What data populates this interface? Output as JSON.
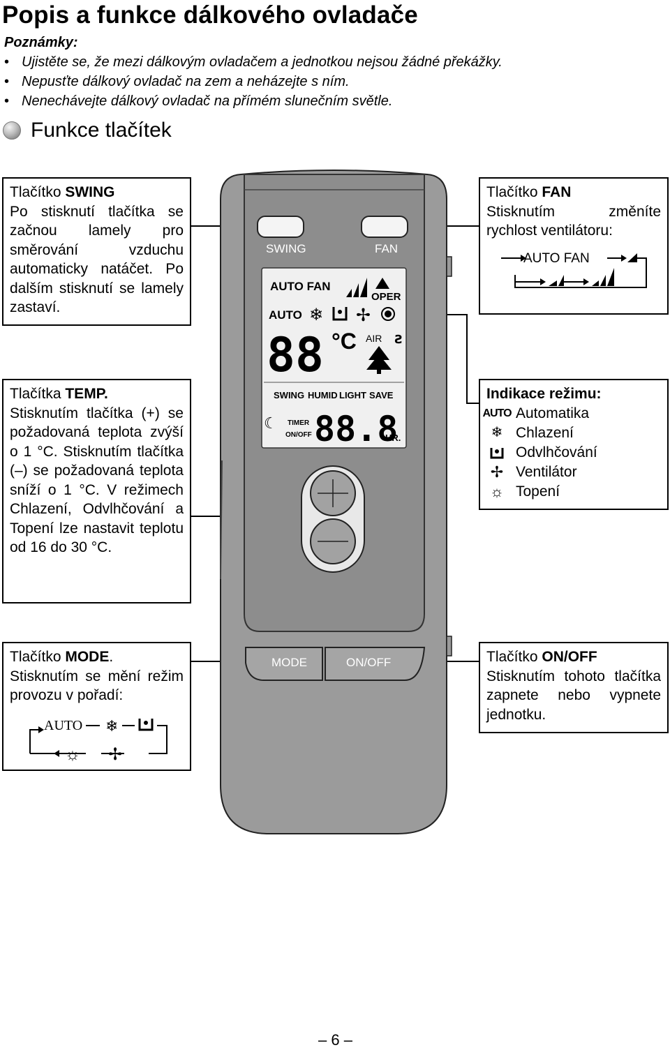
{
  "title": "Popis a funkce dálkového ovladače",
  "notes": {
    "heading": "Poznámky:",
    "items": [
      "Ujistěte se, že mezi dálkovým ovladačem a jednotkou nejsou žádné překážky.",
      "Nepusťte dálkový ovladač na zem a neházejte s ním.",
      "Nenechávejte dálkový ovladač na přímém slunečním světle."
    ]
  },
  "section_title": "Funkce tlačítek",
  "swing_box": {
    "prefix": "Tlačítko ",
    "name": "SWING",
    "text": "Po stisknutí tlačítka se začnou lamely pro směrování vzduchu automaticky natáčet. Po dalším stisknutí se lamely zastaví."
  },
  "fan_box": {
    "prefix": "Tlačítko ",
    "name": "FAN",
    "text": "Stisknutím změníte rychlost ventilátoru:",
    "diagram_label": "AUTO FAN"
  },
  "temp_box": {
    "prefix": "Tlačítka ",
    "name": "TEMP.",
    "text": "Stisknutím tlačítka (+) se požadovaná teplota zvýší o 1 °C. Stisknutím tlačítka (–) se požadovaná teplota sníží o 1 °C. V režimech Chlazení, Odvlhčování a Topení lze nastavit teplotu od 16 do 30 °C."
  },
  "mode_indicator_box": {
    "heading": "Indikace režimu:",
    "items": [
      {
        "icon": "auto-text-icon",
        "glyph": "AUTO",
        "label": "Automatika"
      },
      {
        "icon": "snowflake-icon",
        "glyph": "❄",
        "label": "Chlazení"
      },
      {
        "icon": "dehumidify-icon",
        "glyph": "",
        "label": "Odvlhčování"
      },
      {
        "icon": "fan-icon",
        "glyph": "✢",
        "label": "Ventilátor"
      },
      {
        "icon": "sun-icon",
        "glyph": "☼",
        "label": "Topení"
      }
    ]
  },
  "mode_box": {
    "prefix": "Tlačítko ",
    "name": "MODE",
    "suffix": ".",
    "text": "Stisknutím se mění režim provozu v pořadí:",
    "diagram_label": "AUTO"
  },
  "onoff_box": {
    "prefix": "Tlačítko ",
    "name": "ON/OFF",
    "text": "Stisknutím tohoto tlačítka zapnete nebo vypnete jednotku."
  },
  "remote": {
    "swing_label": "SWING",
    "fan_label": "FAN",
    "mode_label": "MODE",
    "onoff_label": "ON/OFF",
    "lcd": {
      "auto_fan": "AUTO  FAN",
      "oper": "OPER",
      "auto": "AUTO",
      "temp_digits": "88",
      "unit": "°C",
      "air": "AIR",
      "swing": "SWING",
      "humid": "HUMID",
      "light": "LIGHT",
      "save": "SAVE",
      "timer": "TIMER",
      "onoff": "ON/OFF",
      "timer_digits": "88.8",
      "hr": "HR."
    }
  },
  "page_number": "– 6 –",
  "colors": {
    "remote_body": "#9a9a9a",
    "remote_panel": "#8c8c8c",
    "lcd_background": "#efefef"
  }
}
